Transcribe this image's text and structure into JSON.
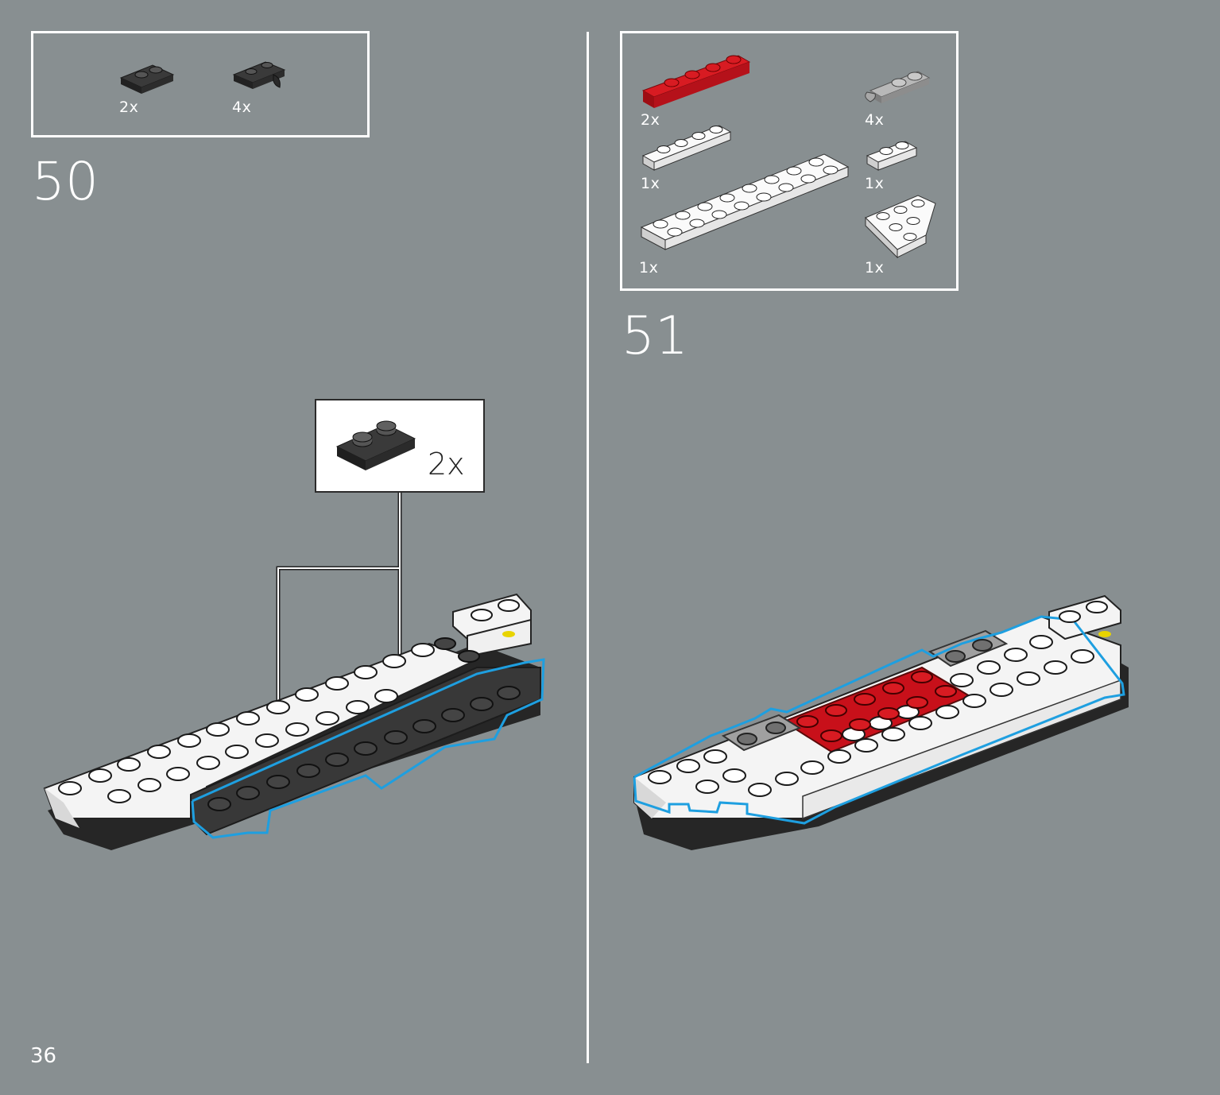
{
  "page": {
    "number": "36"
  },
  "steps": [
    {
      "number": "50",
      "parts": [
        {
          "qty": "2x",
          "part": "black-plate-1x2",
          "color": "#2e2e2e"
        },
        {
          "qty": "4x",
          "part": "black-plate-1x2-clip",
          "color": "#2e2e2e"
        }
      ],
      "callout": {
        "qty": "2x",
        "part": "black-plate-1x2"
      }
    },
    {
      "number": "51",
      "parts": [
        {
          "qty": "2x",
          "part": "red-plate-1x4",
          "color": "#c8101a"
        },
        {
          "qty": "4x",
          "part": "grey-plate-1x2-clip",
          "color": "#a0a0a0"
        },
        {
          "qty": "1x",
          "part": "white-plate-1x4",
          "color": "#ffffff"
        },
        {
          "qty": "1x",
          "part": "white-plate-1x2",
          "color": "#ffffff"
        },
        {
          "qty": "1x",
          "part": "white-plate-2x8",
          "color": "#ffffff"
        },
        {
          "qty": "1x",
          "part": "white-wedge-plate-3x3",
          "color": "#ffffff"
        }
      ]
    }
  ],
  "colors": {
    "background": "#888f91",
    "highlight": "#1e9fe0",
    "white": "#ffffff",
    "black": "#2e2e2e",
    "red": "#c8101a",
    "grey": "#a0a0a0"
  }
}
